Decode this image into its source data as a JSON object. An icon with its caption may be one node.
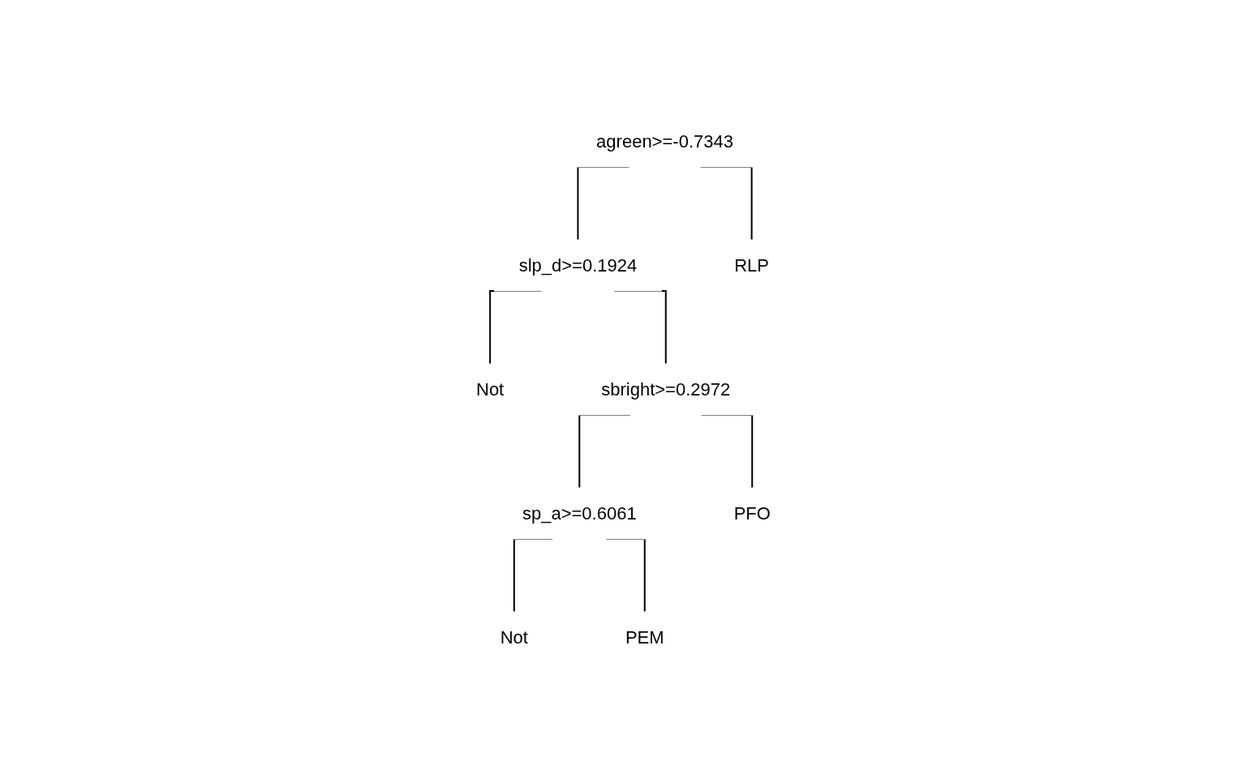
{
  "diagram": {
    "nodes": [
      {
        "text": [
          "agreen>=-0.7343"
        ]
      },
      {
        "text": [
          "slp_d>=0.1924"
        ]
      },
      {
        "text": [
          "RLP"
        ]
      },
      {
        "text": [
          "Not"
        ]
      },
      {
        "text": [
          "sbright>=0.2972"
        ]
      },
      {
        "text": [
          "sp_a>=0.6061"
        ]
      },
      {
        "text": [
          "PFO"
        ]
      },
      {
        "text": [
          "Not"
        ]
      },
      {
        "text": [
          "PEM"
        ]
      }
    ],
    "edges": [
      {
        "from": 0,
        "to": 1,
        "arrow": "none"
      },
      {
        "from": 0,
        "to": 2,
        "arrow": "none"
      },
      {
        "from": 1,
        "to": 3,
        "arrow": "none"
      },
      {
        "from": 1,
        "to": 4,
        "arrow": "none"
      },
      {
        "from": 4,
        "to": 5,
        "arrow": "none"
      },
      {
        "from": 4,
        "to": 6,
        "arrow": "none"
      },
      {
        "from": 5,
        "to": 7,
        "arrow": "none"
      },
      {
        "from": 5,
        "to": 8,
        "arrow": "none"
      }
    ]
  }
}
